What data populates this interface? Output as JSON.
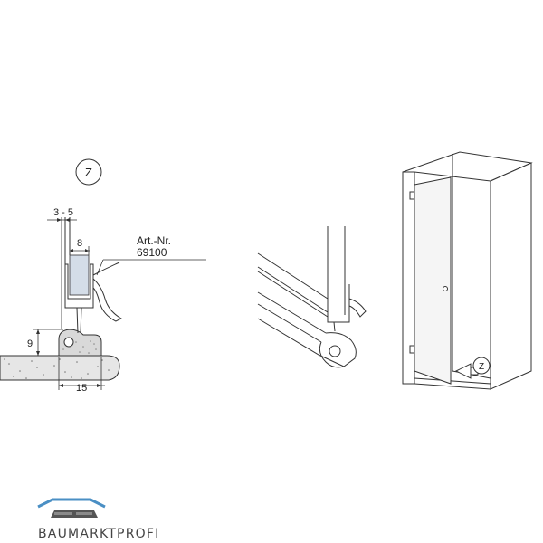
{
  "detail": {
    "label_circle": "Z",
    "dim_gap": "3 - 5",
    "dim_glass": "8",
    "dim_height": "9",
    "dim_width": "15",
    "art_label": "Art.-Nr.",
    "art_number": "69100"
  },
  "shower": {
    "callout_label": "Z"
  },
  "logo": {
    "text": "BAUMARKTPROFI"
  },
  "colors": {
    "glass": "#d4dde8",
    "floor": "#e6e6e6",
    "seal": "#d9d9d9",
    "logo_blue": "#4a8fc4",
    "logo_gray": "#555555",
    "line": "#222222"
  }
}
